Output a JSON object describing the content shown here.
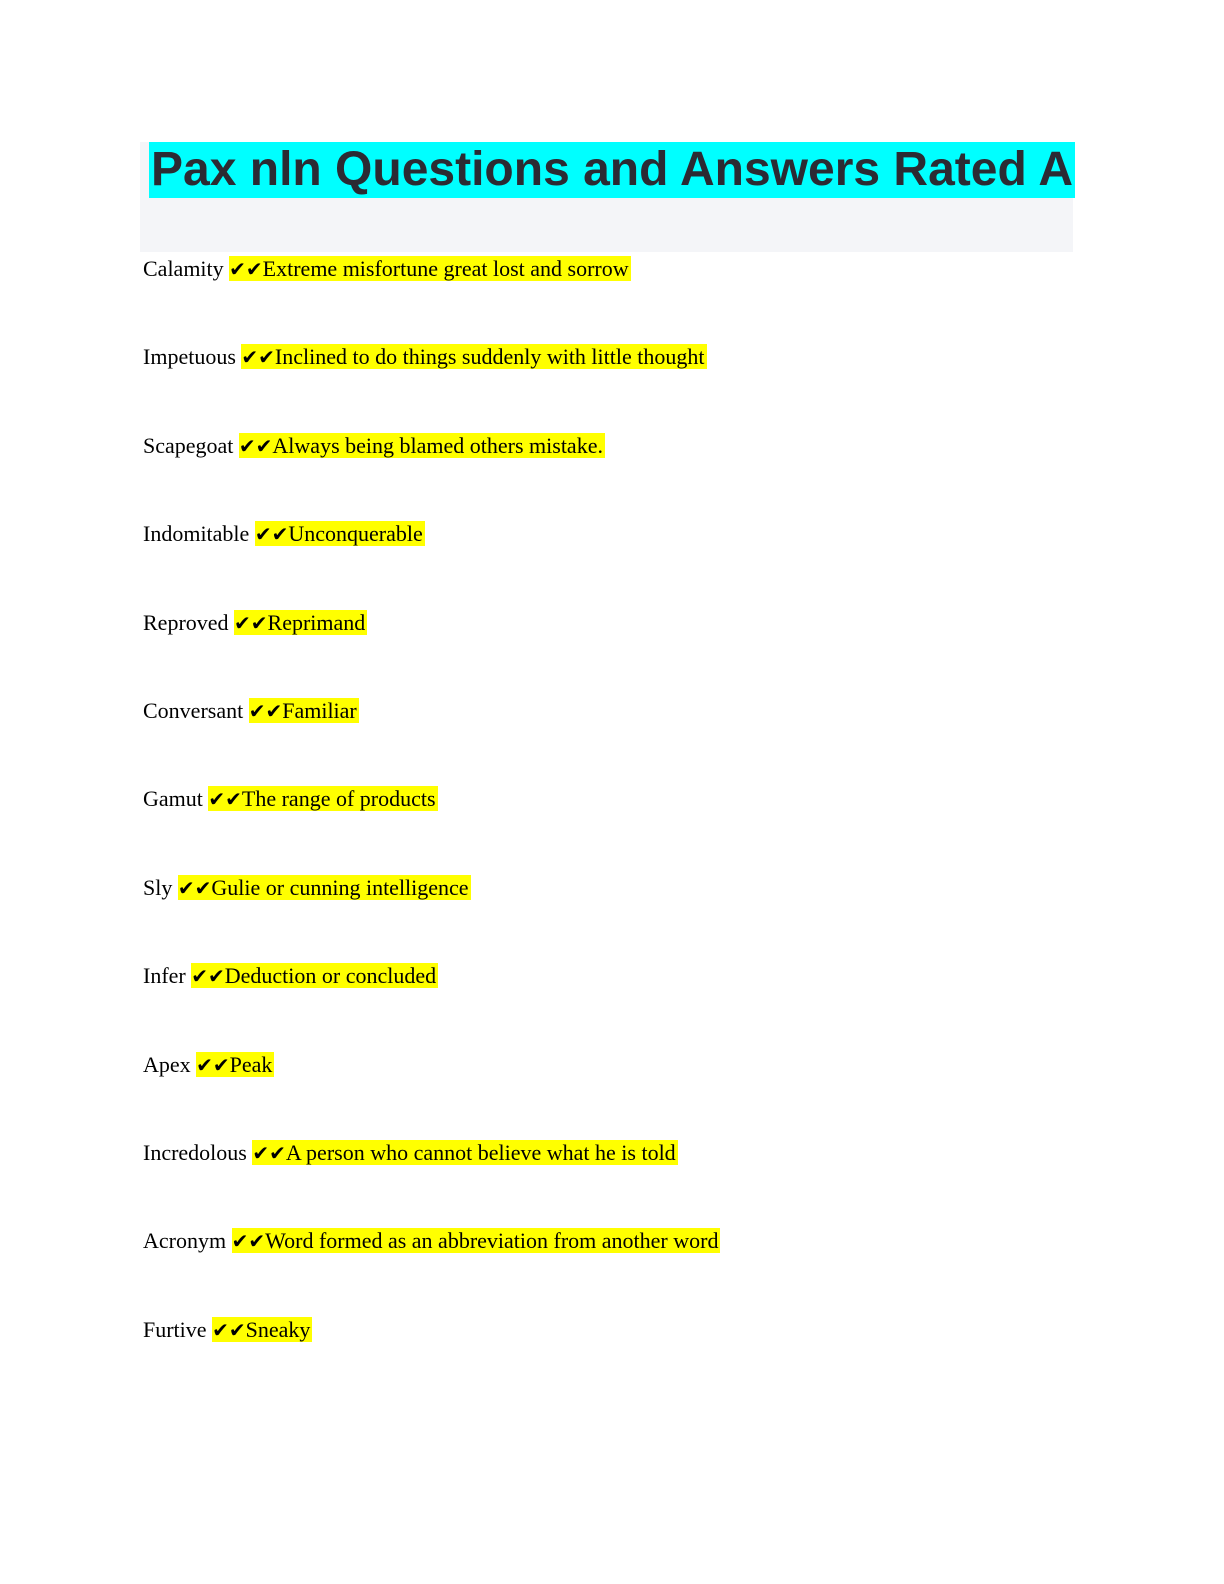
{
  "title": "Pax nln Questions and Answers Rated A",
  "check": "✔✔",
  "entries": [
    {
      "term": "Calamity",
      "answer": "Extreme misfortune great lost and sorrow"
    },
    {
      "term": "Impetuous",
      "answer": "Inclined to do things suddenly with little thought"
    },
    {
      "term": "Scapegoat",
      "answer": "Always being blamed others mistake."
    },
    {
      "term": "Indomitable",
      "answer": "Unconquerable"
    },
    {
      "term": "Reproved",
      "answer": "Reprimand"
    },
    {
      "term": "Conversant",
      "answer": "Familiar"
    },
    {
      "term": "Gamut",
      "answer": "The range of products"
    },
    {
      "term": "Sly",
      "answer": "Gulie or cunning intelligence"
    },
    {
      "term": "Infer",
      "answer": "Deduction or concluded"
    },
    {
      "term": "Apex",
      "answer": "Peak"
    },
    {
      "term": "Incredolous",
      "answer": "A person who cannot believe what he is told"
    },
    {
      "term": "Acronym",
      "answer": "Word formed as an abbreviation from another word"
    },
    {
      "term": "Furtive",
      "answer": "Sneaky"
    }
  ]
}
